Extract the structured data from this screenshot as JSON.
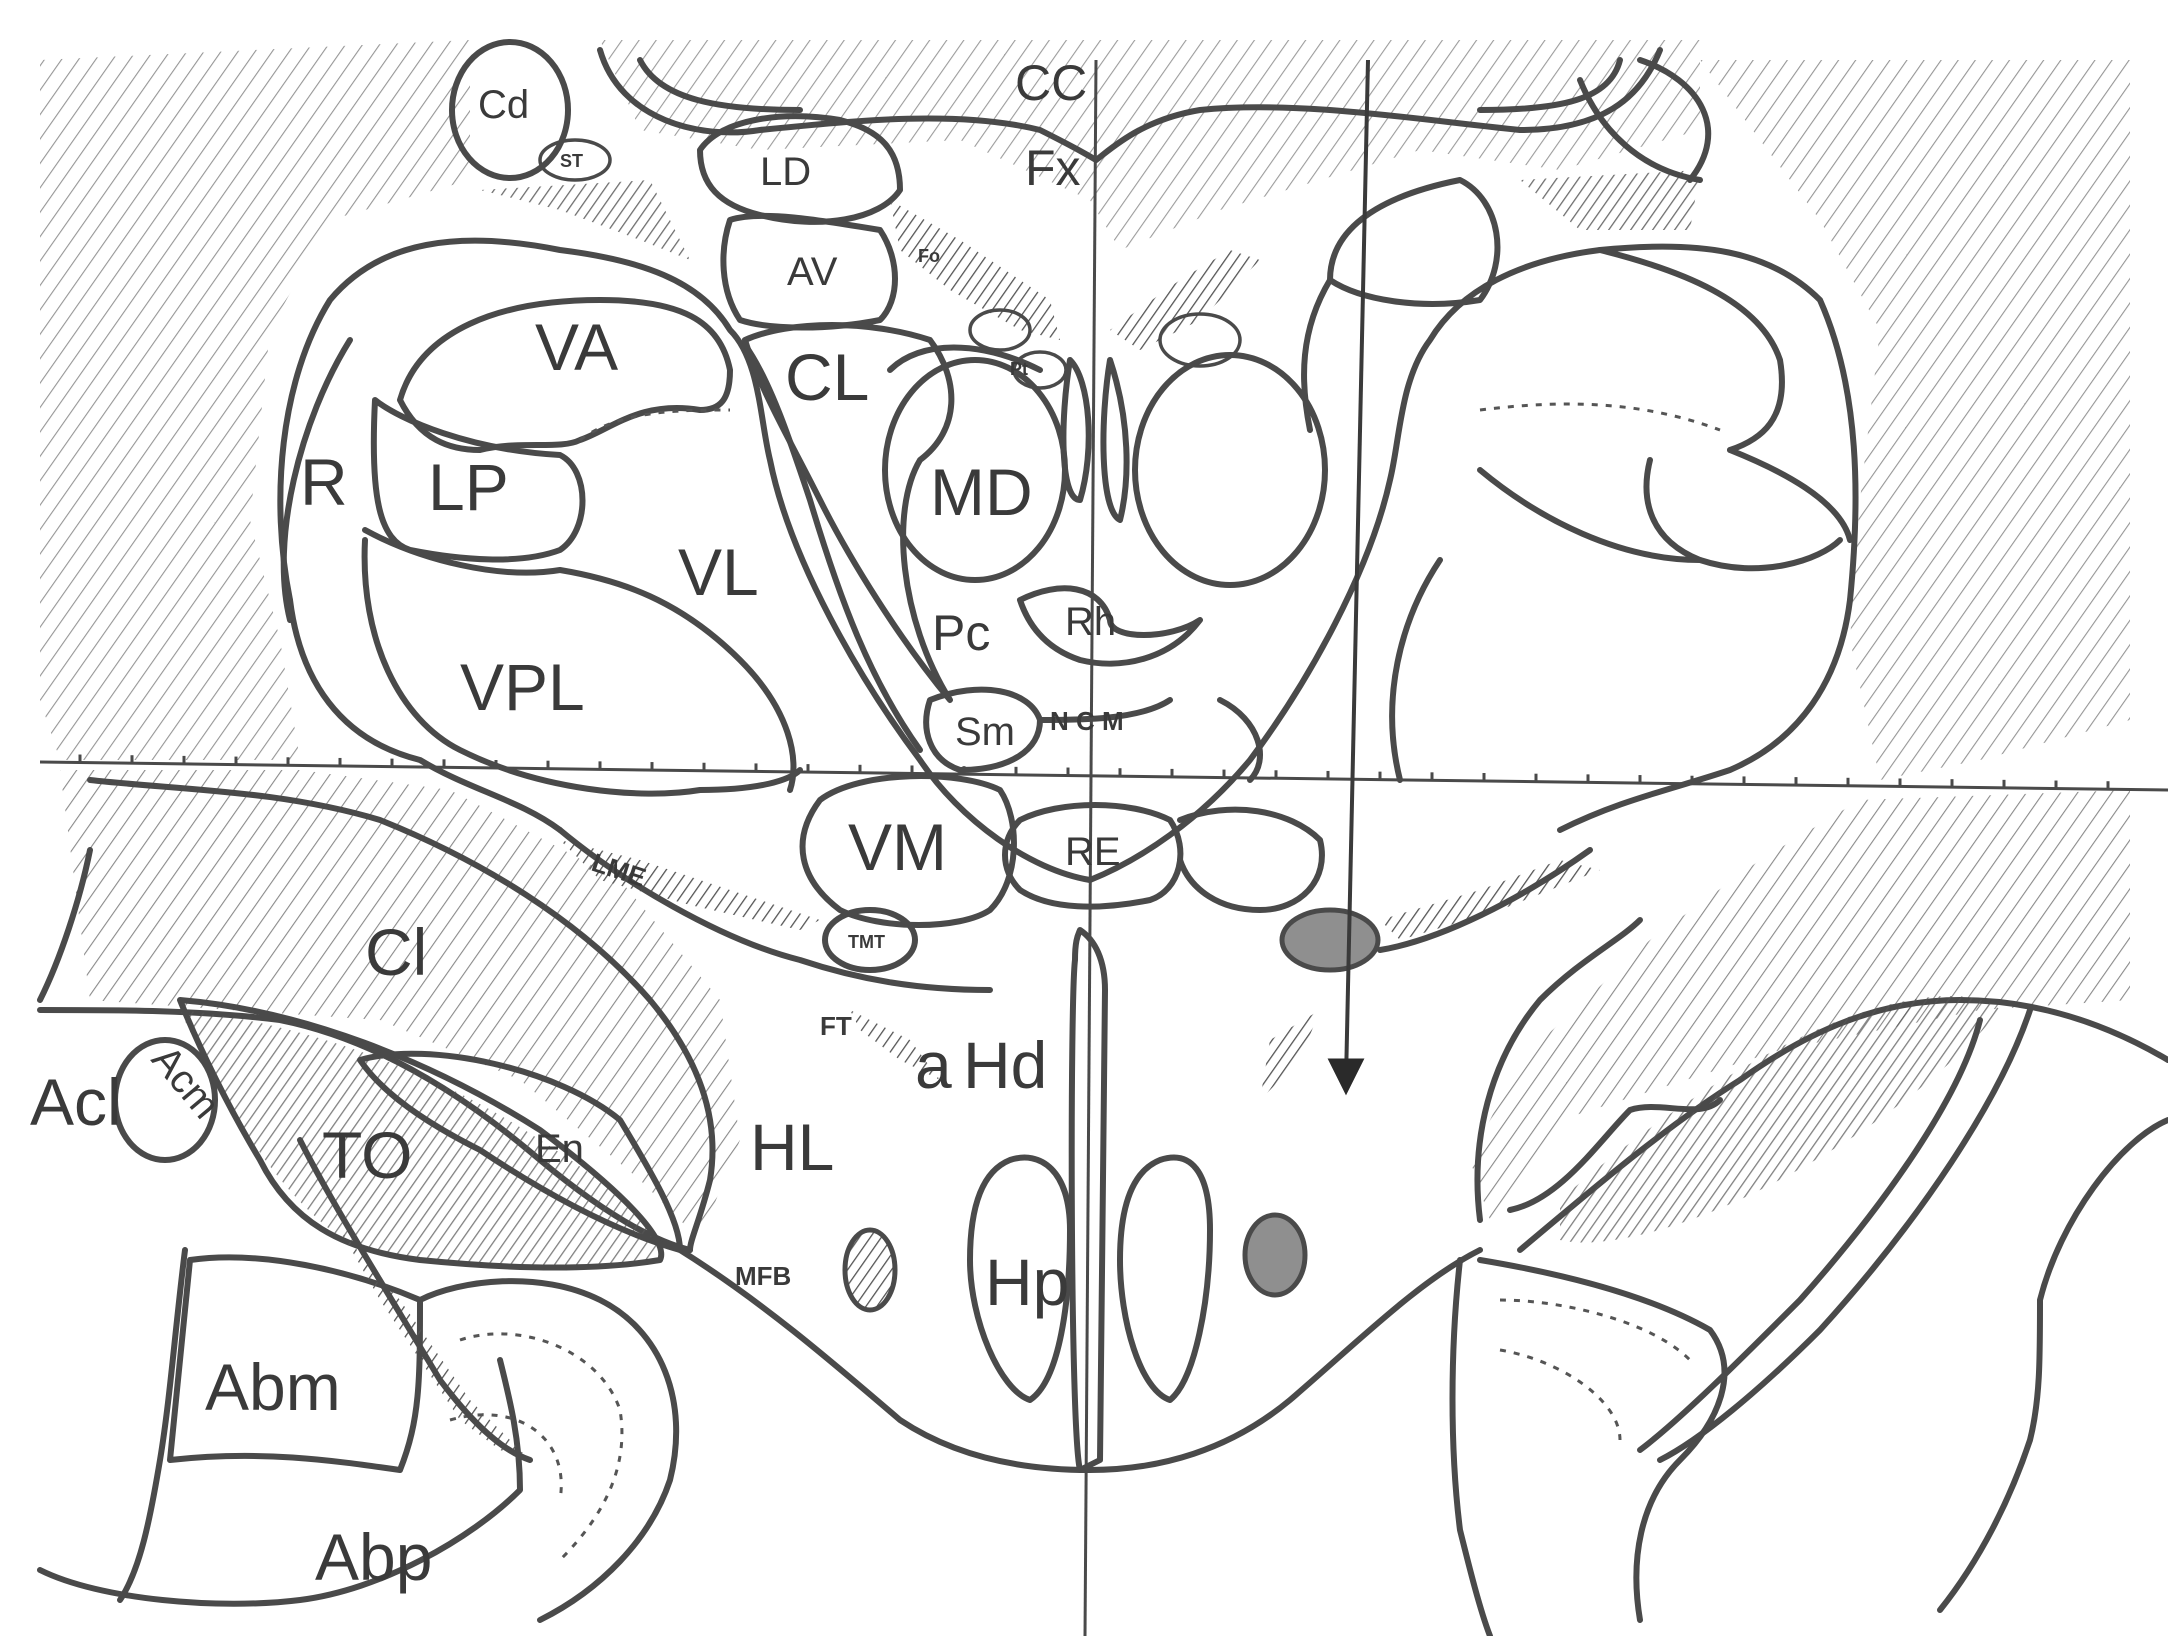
{
  "figure": {
    "type": "stereotaxic coronal brain section diagram",
    "colors": {
      "ink": "#4a4a4a",
      "hatch": "#6a6a6a",
      "background": "#ffffff",
      "spot_fill": "#8a8a8a"
    }
  },
  "labels": {
    "cd": "Cd",
    "st": "ST",
    "cc": "CC",
    "ld": "LD",
    "fx": "Fx",
    "av": "AV",
    "fo": "Fo",
    "pt": "Pt",
    "va": "VA",
    "cl": "CL",
    "md": "MD",
    "r": "R",
    "lp": "LP",
    "vl": "VL",
    "pc": "Pc",
    "rh": "Rh",
    "vpl": "VPL",
    "sm": "Sm",
    "ncm": "N C M",
    "vm": "VM",
    "re": "RE",
    "lme": "LME",
    "tmt": "TMT",
    "cl_claustrum": "Cl",
    "ft": "FT",
    "a": "a",
    "hd": "Hd",
    "acl": "Acl",
    "acm": "Acm",
    "to": "TO",
    "en": "En",
    "hl": "HL",
    "mfb": "MFB",
    "hp": "Hp",
    "abm": "Abm",
    "abp": "Abp"
  }
}
